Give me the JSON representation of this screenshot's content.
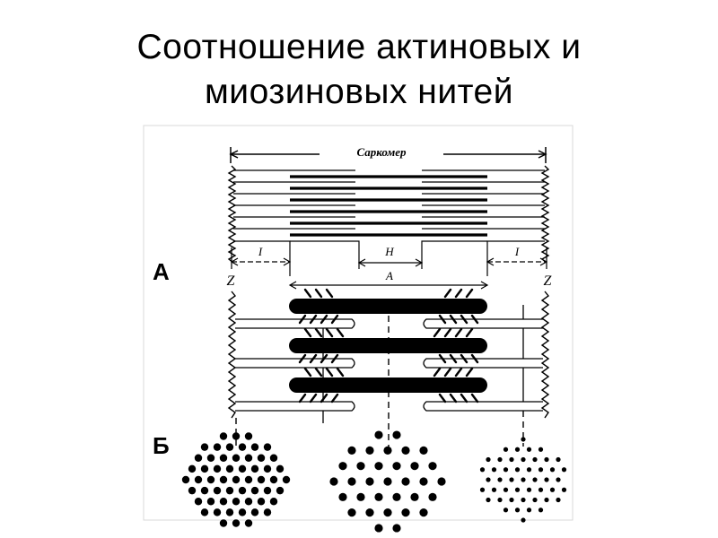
{
  "title": {
    "line1": "Соотношение актиновых и",
    "line2": "миозиновых нитей"
  },
  "diagram": {
    "sarcomere_label": "Саркомер",
    "label_a_panel": "А",
    "label_b_panel": "Б",
    "z_left": "Z",
    "z_right": "Z",
    "i_left": "I",
    "i_right": "I",
    "h_band": "H",
    "a_band": "A"
  }
}
